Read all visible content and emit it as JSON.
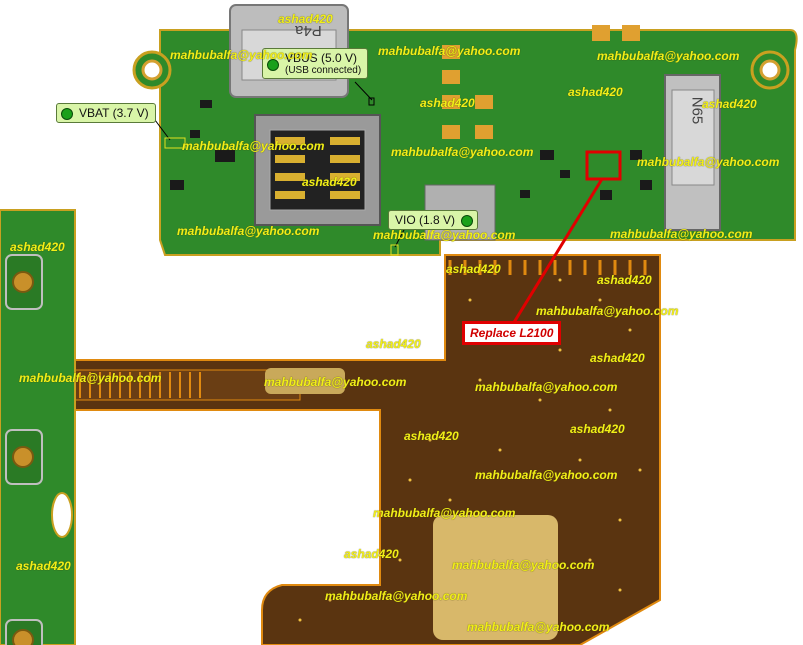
{
  "callouts": {
    "vbus": {
      "label": "VBUS (5.0 V)",
      "sub": "(USB connected)"
    },
    "vbat": {
      "label": "VBAT (3.7 V)"
    },
    "vio": {
      "label": "VIO (1.8 V)"
    }
  },
  "replace_note": "Replace L2100",
  "board_marking_1": "P4a",
  "board_marking_2": "N65",
  "watermarks": {
    "email": "mahbubalfa@yahoo.com",
    "handle": "ashad420"
  },
  "colors": {
    "pcb_green": "#2f8a2a",
    "flex_brown": "#5a3410",
    "flex_trace": "#e08a10",
    "watermark": "#f2ef18",
    "highlight_red": "#e00000",
    "callout_bg": "#d9f5a8"
  }
}
